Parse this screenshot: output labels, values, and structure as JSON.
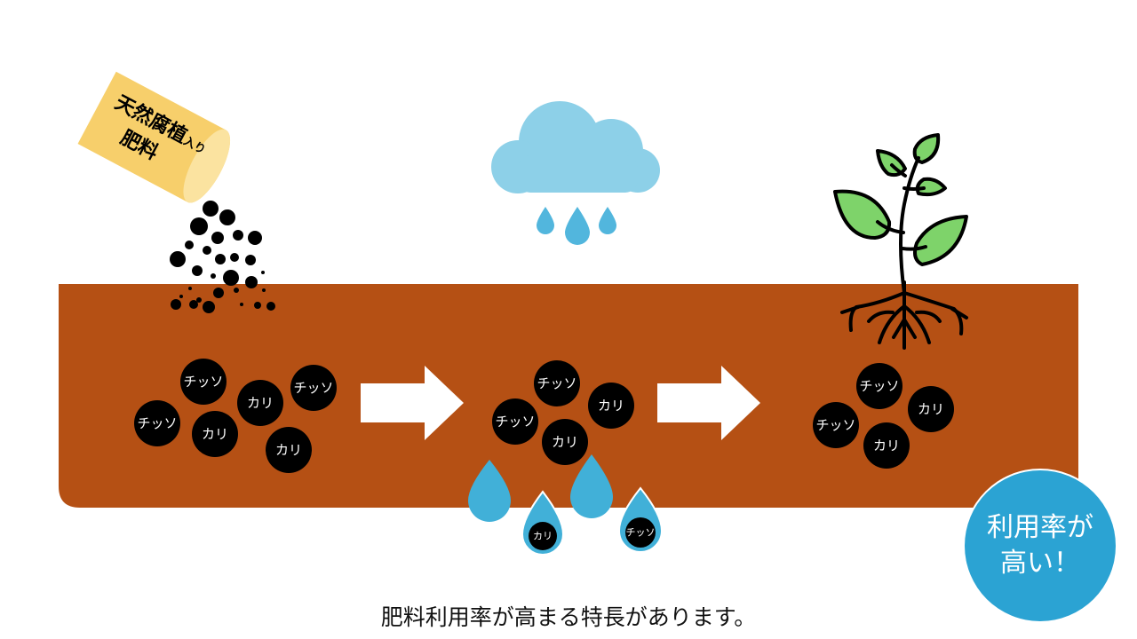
{
  "colors": {
    "soil": "#b55014",
    "bag": "#f7cf6b",
    "cloud": "#8dd0e8",
    "rain": "#52b6dd",
    "water": "#41b0d8",
    "leaf": "#7ed36a",
    "badge": "#2ba3d3",
    "nutrient": "#000000",
    "arrow": "#ffffff"
  },
  "fertilizer_bag": {
    "line1": "天然腐植",
    "line1_small": "入り",
    "line2": "肥料"
  },
  "stages": [
    {
      "name": "applied",
      "nutrients": [
        "チッソ",
        "チッソ",
        "カリ",
        "チッソ",
        "カリ",
        "カリ"
      ]
    },
    {
      "name": "after-rain",
      "nutrients": [
        "チッソ",
        "チッソ",
        "カリ",
        "カリ"
      ],
      "leached": [
        "カリ",
        "チッソ"
      ]
    },
    {
      "name": "absorbed",
      "nutrients": [
        "チッソ",
        "チッソ",
        "カリ",
        "カリ"
      ]
    }
  ],
  "badge": {
    "line1": "利用率が",
    "line2": "高い！"
  },
  "caption": "肥料利用率が高まる特長があります。",
  "icons": [
    "fertilizer-bag-icon",
    "granules-icon",
    "rain-cloud-icon",
    "raindrop-icon",
    "right-arrow-icon",
    "plant-icon"
  ]
}
